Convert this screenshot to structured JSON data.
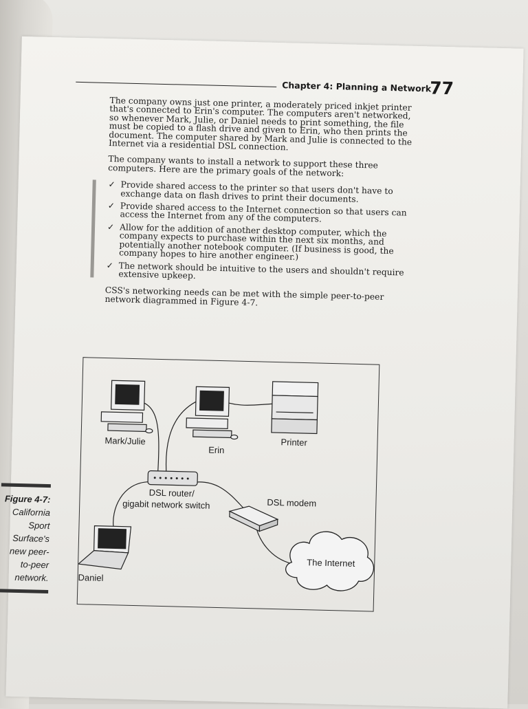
{
  "header": {
    "chapter_title": "Chapter 4: Planning a Network",
    "page_number": "77"
  },
  "body": {
    "paragraph1": "The company owns just one printer, a moderately priced inkjet printer that's connected to Erin's computer. The computers aren't networked, so whenever Mark, Julie, or Daniel needs to print something, the file must be copied to a flash drive and given to Erin, who then prints the document. The computer shared by Mark and Julie is connected to the Internet via a residential DSL connection.",
    "paragraph2": "The company wants to install a network to support these three computers. Here are the primary goals of the network:",
    "goals": [
      "Provide shared access to the printer so that users don't have to exchange data on flash drives to print their documents.",
      "Provide shared access to the Internet connection so that users can access the Internet from any of the computers.",
      "Allow for the addition of another desktop computer, which the company expects to purchase within the next six months, and potentially another notebook computer. (If business is good, the company hopes to hire another engineer.)",
      "The network should be intuitive to the users and shouldn't require extensive upkeep."
    ],
    "paragraph3": "CSS's networking needs can be met with the simple peer-to-peer network diagrammed in Figure 4-7."
  },
  "figure": {
    "labels": {
      "mark_julie": "Mark/Julie",
      "erin": "Erin",
      "printer": "Printer",
      "router_line1": "DSL router/",
      "router_line2": "gigabit network switch",
      "dsl_modem": "DSL modem",
      "internet": "The Internet",
      "daniel": "Daniel"
    },
    "caption_label": "Figure 4-7:",
    "caption_text": "California Sport Surface's new peer-to-peer network."
  }
}
